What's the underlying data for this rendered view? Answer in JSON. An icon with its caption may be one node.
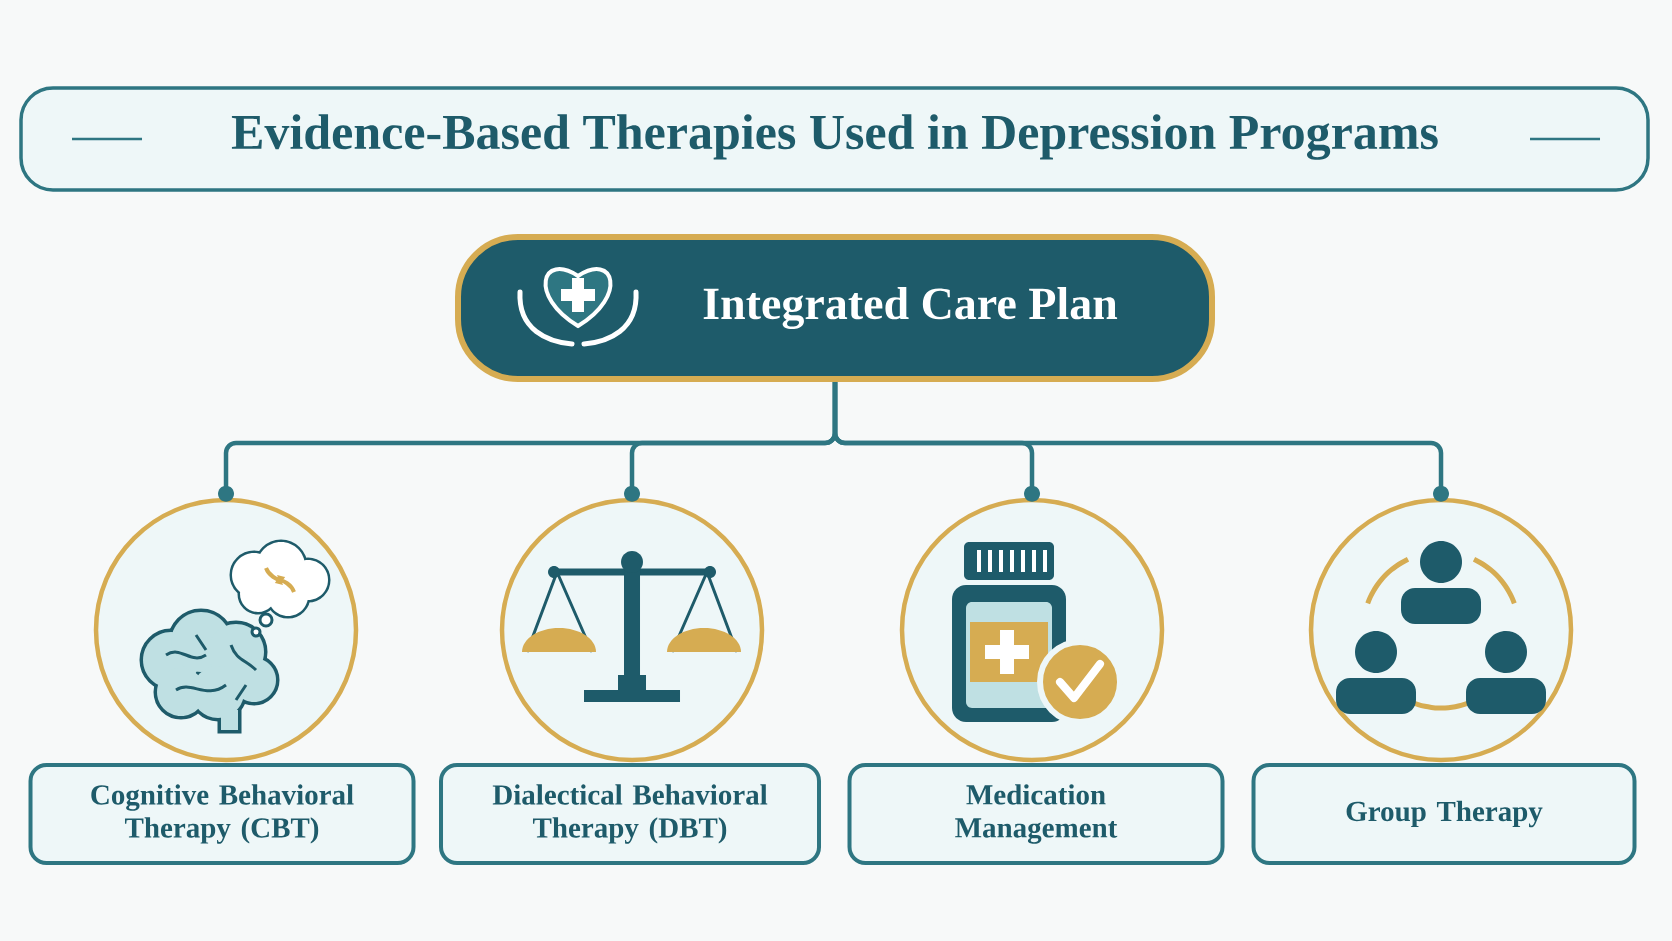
{
  "diagram": {
    "title": "Evidence-Based Therapies Used in Depression Programs",
    "nodes": [
      {
        "text": [
          "Integrated Care Plan"
        ]
      },
      {
        "text": [],
        "shape": "circle"
      },
      {
        "text": [],
        "shape": "circle"
      },
      {
        "text": [],
        "shape": "circle"
      },
      {
        "text": [],
        "shape": "circle"
      },
      {
        "text": [
          "Cognitive Behavioral Therapy (CBT)"
        ]
      },
      {
        "text": [
          "Dialectical Behavioral Therapy (DBT)"
        ]
      },
      {
        "text": [
          "Medication Management"
        ]
      },
      {
        "text": [
          "Group Therapy"
        ]
      }
    ],
    "edges": [
      {
        "from": 0,
        "to": 1,
        "arrow": "other"
      },
      {
        "from": 0,
        "to": 2,
        "arrow": "other"
      },
      {
        "from": 0,
        "to": 3,
        "arrow": "other"
      },
      {
        "from": 0,
        "to": 4,
        "arrow": "other"
      }
    ]
  }
}
